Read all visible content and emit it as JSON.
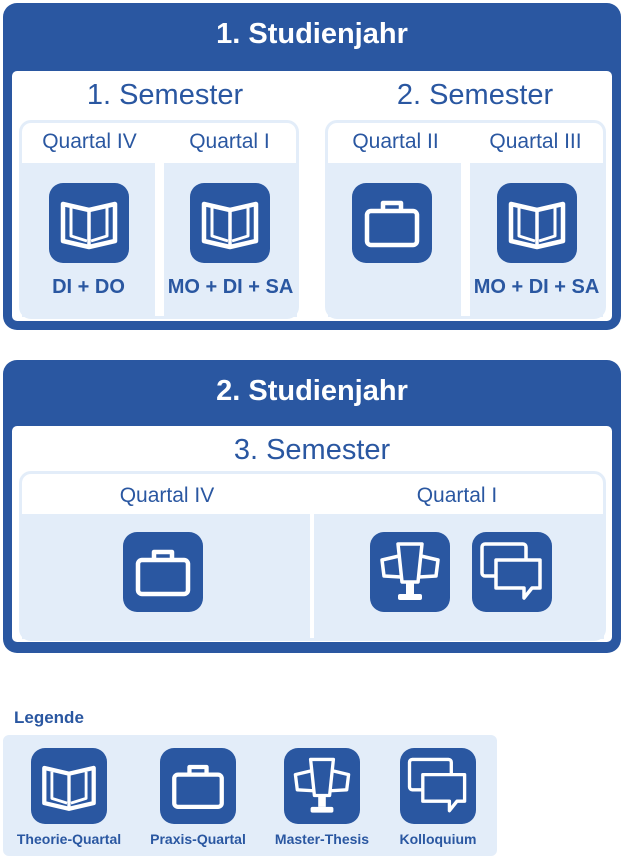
{
  "years": [
    {
      "title": "1. Studienjahr",
      "semesters": [
        {
          "title": "1. Semester",
          "quarters": [
            {
              "label": "Quartal IV",
              "icons": [
                "book-icon"
              ],
              "days": "DI + DO"
            },
            {
              "label": "Quartal I",
              "icons": [
                "book-icon"
              ],
              "days": "MO + DI + SA"
            }
          ]
        },
        {
          "title": "2. Semester",
          "quarters": [
            {
              "label": "Quartal II",
              "icons": [
                "briefcase-icon"
              ],
              "days": ""
            },
            {
              "label": "Quartal III",
              "icons": [
                "book-icon"
              ],
              "days": "MO + DI + SA"
            }
          ]
        }
      ]
    },
    {
      "title": "2. Studienjahr",
      "semesters": [
        {
          "title": "3. Semester",
          "quarters": [
            {
              "label": "Quartal IV",
              "icons": [
                "briefcase-icon"
              ],
              "days": ""
            },
            {
              "label": "Quartal I",
              "icons": [
                "trophy-icon",
                "chat-icon"
              ],
              "days": ""
            }
          ]
        }
      ]
    }
  ],
  "legend": {
    "title": "Legende",
    "items": [
      {
        "label": "Theorie-Quartal",
        "icon": "book-icon"
      },
      {
        "label": "Praxis-Quartal",
        "icon": "briefcase-icon"
      },
      {
        "label": "Master-Thesis",
        "icon": "trophy-icon"
      },
      {
        "label": "Kolloquium",
        "icon": "chat-icon"
      }
    ]
  },
  "colors": {
    "primary": "#2a57a1",
    "light": "#e3edf9",
    "white": "#ffffff"
  }
}
